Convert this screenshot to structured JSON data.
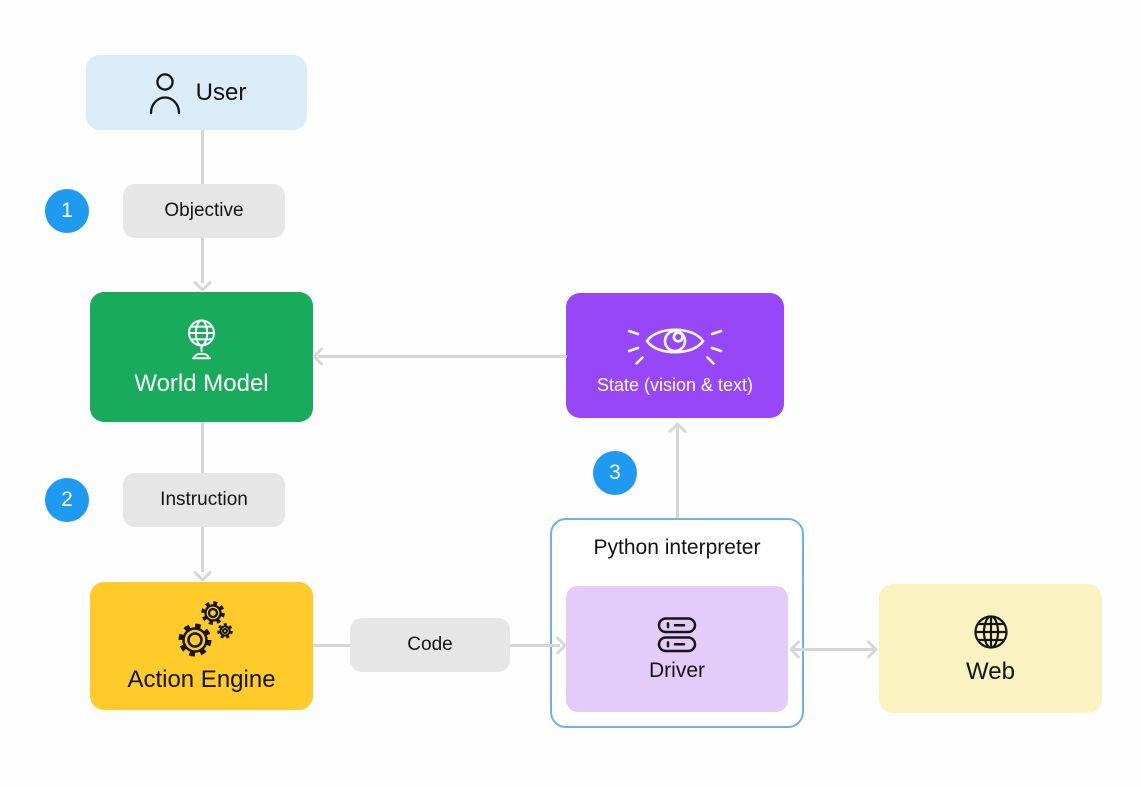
{
  "nodes": {
    "user": {
      "label": "User",
      "bg": "#d9ecf8",
      "icon": "person-icon"
    },
    "world_model": {
      "label": "World Model",
      "bg": "#17ab5b",
      "text_color": "#ffffff",
      "icon": "globe-stand-icon"
    },
    "action_engine": {
      "label": "Action Engine",
      "bg": "#fecb2b",
      "icon": "gears-icon"
    },
    "state": {
      "label": "State (vision & text)",
      "bg": "#9747f8",
      "text_color": "#ffffff",
      "icon": "eye-icon"
    },
    "python_interpreter": {
      "label": "Python interpreter",
      "border_color": "#6ab4e8",
      "bg": "#ffffff"
    },
    "driver": {
      "label": "Driver",
      "bg": "#e3cbfa",
      "icon": "server-icon"
    },
    "web": {
      "label": "Web",
      "bg": "#faf2c0",
      "icon": "web-globe-icon"
    }
  },
  "edge_labels": {
    "objective": "Objective",
    "instruction": "Instruction",
    "code": "Code"
  },
  "steps": [
    {
      "number": "1",
      "color": "#1e9bf0"
    },
    {
      "number": "2",
      "color": "#1e9bf0"
    },
    {
      "number": "3",
      "color": "#1e9bf0"
    }
  ],
  "colors": {
    "arrow": "#d6d6d6",
    "pill": "#e6e6e6",
    "badge": "#1e9bf0",
    "background": "#fefefe",
    "text_dark": "#141414"
  }
}
